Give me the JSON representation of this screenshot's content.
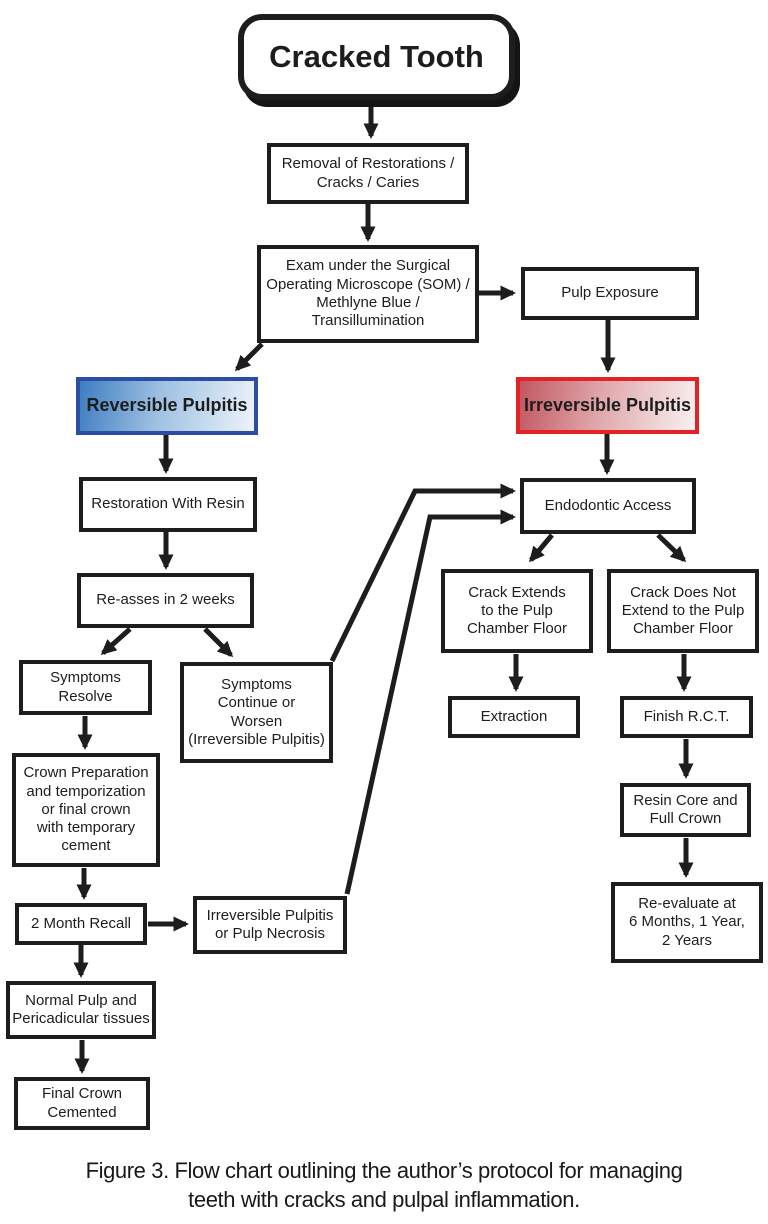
{
  "figure": {
    "caption": "Figure 3.  Flow chart outlining the author’s protocol for managing\nteeth with cracks and pulpal inflammation."
  },
  "colors": {
    "line": "#1d1d1d",
    "box_border": "#1d1d1d",
    "reversible_border": "#2b4ea2",
    "reversible_fill_left": "#3f7dc2",
    "reversible_fill_right": "#eef3fb",
    "irreversible_border": "#e32226",
    "irreversible_fill_left": "#c25760",
    "irreversible_fill_right": "#f9f0f0"
  },
  "nodes": {
    "cracked_tooth": {
      "label": "Cracked Tooth"
    },
    "removal": {
      "label": "Removal of Restorations /\nCracks / Caries"
    },
    "exam": {
      "label": "Exam under the Surgical\nOperating Microscope (SOM) /\nMethlyne Blue /\nTransillumination"
    },
    "pulp_exposure": {
      "label": "Pulp Exposure"
    },
    "reversible_pulpitis": {
      "label": "Reversible Pulpitis"
    },
    "irreversible_pulpitis": {
      "label": "Irreversible Pulpitis"
    },
    "restoration_resin": {
      "label": "Restoration With Resin"
    },
    "reassess": {
      "label": "Re-asses in 2 weeks"
    },
    "symptoms_resolve": {
      "label": "Symptoms\nResolve"
    },
    "symptoms_continue": {
      "label": "Symptoms\nContinue or\nWorsen\n(Irreversible Pulpitis)"
    },
    "crown_prep": {
      "label": "Crown Preparation\nand temporization\nor final crown\nwith temporary\ncement"
    },
    "two_month_recall": {
      "label": "2 Month Recall"
    },
    "irreversible_necrosis": {
      "label": "Irreversible Pulpitis\nor Pulp Necrosis"
    },
    "normal_pulp": {
      "label": "Normal Pulp and\nPericadicular tissues"
    },
    "final_crown": {
      "label": "Final Crown\nCemented"
    },
    "endodontic_access": {
      "label": "Endodontic Access"
    },
    "crack_extends": {
      "label": "Crack Extends\nto the Pulp\nChamber Floor"
    },
    "crack_not_extend": {
      "label": "Crack Does Not\nExtend to the Pulp\nChamber Floor"
    },
    "extraction": {
      "label": "Extraction"
    },
    "finish_rct": {
      "label": "Finish R.C.T."
    },
    "resin_core": {
      "label": "Resin Core and\nFull Crown"
    },
    "reevaluate": {
      "label": "Re-evaluate at\n6 Months, 1 Year,\n2 Years"
    }
  },
  "edges": [
    {
      "from": "cracked_tooth",
      "to": "removal"
    },
    {
      "from": "removal",
      "to": "exam"
    },
    {
      "from": "exam",
      "to": "pulp_exposure"
    },
    {
      "from": "exam",
      "to": "reversible_pulpitis"
    },
    {
      "from": "pulp_exposure",
      "to": "irreversible_pulpitis"
    },
    {
      "from": "reversible_pulpitis",
      "to": "restoration_resin"
    },
    {
      "from": "restoration_resin",
      "to": "reassess"
    },
    {
      "from": "reassess",
      "to": "symptoms_resolve"
    },
    {
      "from": "reassess",
      "to": "symptoms_continue"
    },
    {
      "from": "symptoms_resolve",
      "to": "crown_prep"
    },
    {
      "from": "crown_prep",
      "to": "two_month_recall"
    },
    {
      "from": "two_month_recall",
      "to": "irreversible_necrosis"
    },
    {
      "from": "two_month_recall",
      "to": "normal_pulp"
    },
    {
      "from": "normal_pulp",
      "to": "final_crown"
    },
    {
      "from": "symptoms_continue",
      "to": "endodontic_access"
    },
    {
      "from": "irreversible_necrosis",
      "to": "endodontic_access"
    },
    {
      "from": "irreversible_pulpitis",
      "to": "endodontic_access"
    },
    {
      "from": "endodontic_access",
      "to": "crack_extends"
    },
    {
      "from": "endodontic_access",
      "to": "crack_not_extend"
    },
    {
      "from": "crack_extends",
      "to": "extraction"
    },
    {
      "from": "crack_not_extend",
      "to": "finish_rct"
    },
    {
      "from": "finish_rct",
      "to": "resin_core"
    },
    {
      "from": "resin_core",
      "to": "reevaluate"
    }
  ]
}
